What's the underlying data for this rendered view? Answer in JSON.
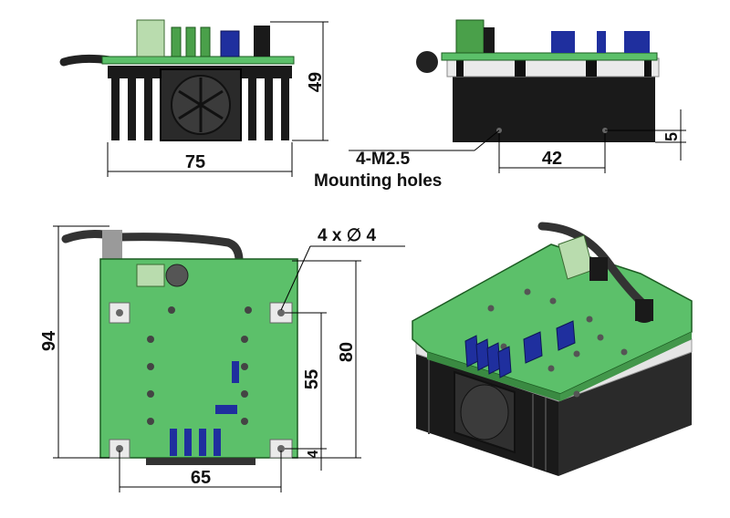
{
  "dimensions": {
    "top_height": "49",
    "top_width": "75",
    "side_spacing": "42",
    "side_offset": "5",
    "front_height": "94",
    "front_hole_vspacing": "80",
    "front_hole_inner": "55",
    "front_hole_edge": "4",
    "front_hole_hspacing": "65"
  },
  "labels": {
    "mounting_thread": "4-M2.5",
    "mounting_holes": "Mounting holes",
    "hole_spec": "4 x ∅ 4"
  },
  "colors": {
    "pcb_green": "#5cc06a",
    "heatsink": "#1a1a1a",
    "capacitor_blue": "#1f2f9e",
    "connector_green": "#b9dcae"
  }
}
